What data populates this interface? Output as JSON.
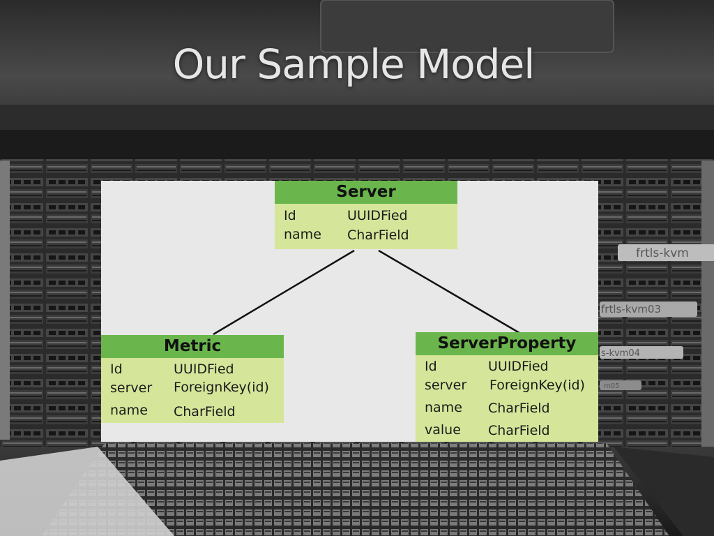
{
  "slide": {
    "title": "Our Sample Model"
  },
  "background": {
    "labels": [
      "frtls-kvm",
      "frtls-kvm03",
      "s-kvm04",
      "m05"
    ]
  },
  "diagram": {
    "entities": {
      "server": {
        "name": "Server",
        "fields": [
          {
            "name": "Id",
            "type": "UUIDFied"
          },
          {
            "name": "name",
            "type": "CharField"
          }
        ]
      },
      "metric": {
        "name": "Metric",
        "fields": [
          {
            "name": "Id",
            "type": "UUIDFied"
          },
          {
            "name": "server",
            "type": "ForeignKey(id)"
          },
          {
            "name": "name",
            "type": "CharField"
          }
        ]
      },
      "serverproperty": {
        "name": "ServerProperty",
        "fields": [
          {
            "name": "Id",
            "type": "UUIDFied"
          },
          {
            "name": "server",
            "type": "ForeignKey(id)"
          },
          {
            "name": "name",
            "type": "CharField"
          },
          {
            "name": "value",
            "type": "CharField"
          }
        ]
      }
    },
    "relations": [
      {
        "from": "server",
        "to": "metric"
      },
      {
        "from": "server",
        "to": "serverproperty"
      }
    ],
    "colors": {
      "header": "#6ab64d",
      "body": "#d5e69a",
      "panel": "#e8e8e8",
      "line": "#111111"
    }
  }
}
